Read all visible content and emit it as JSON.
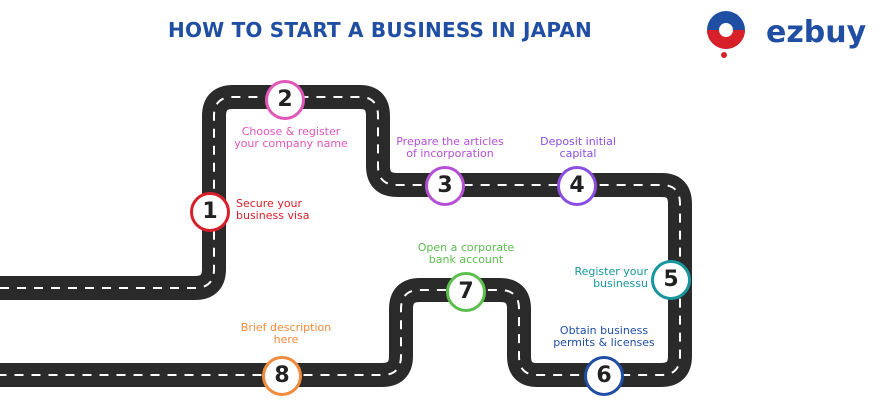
{
  "title": "HOW TO START A BUSINESS IN JAPAN",
  "logo": {
    "text": "ezbuy",
    "brand_color": "#1f4ea3",
    "accent_color": "#d8202a"
  },
  "road": {
    "asphalt_color": "#2a2a2a",
    "dash_color": "#ffffff"
  },
  "steps": [
    {
      "number": "1",
      "color": "#d8202a",
      "line1": "Secure your",
      "line2": "business visa"
    },
    {
      "number": "2",
      "color": "#e056b9",
      "line1": "Choose & register",
      "line2": "your company name"
    },
    {
      "number": "3",
      "color": "#b54fd6",
      "line1": "Prepare the articles",
      "line2": "of incorporation"
    },
    {
      "number": "4",
      "color": "#8a4fe0",
      "line1": "Deposit initial",
      "line2": "capital"
    },
    {
      "number": "5",
      "color": "#17979d",
      "line1": "Register your",
      "line2": "businessu"
    },
    {
      "number": "6",
      "color": "#1f4ea3",
      "line1": "Obtain  business",
      "line2": "permits & licenses"
    },
    {
      "number": "7",
      "color": "#5cbf4d",
      "line1": "Open a corporate",
      "line2": "bank account"
    },
    {
      "number": "8",
      "color": "#f08a3c",
      "line1": "Brief description",
      "line2": "here"
    }
  ]
}
